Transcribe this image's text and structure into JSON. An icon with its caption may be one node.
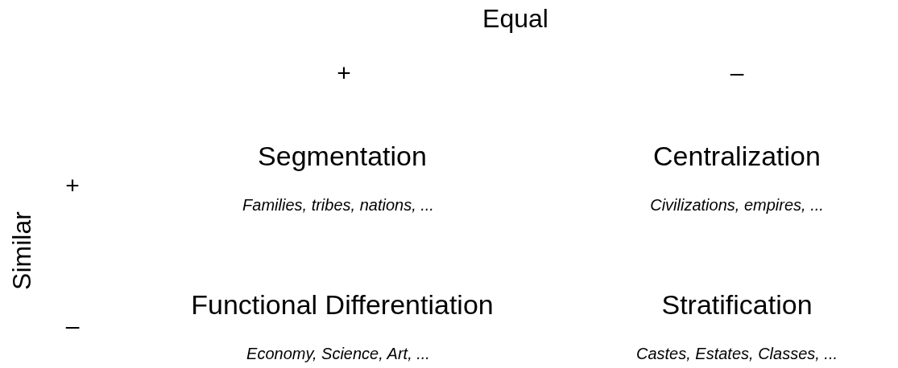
{
  "diagram": {
    "labels": [
      "Equal",
      "+",
      "–",
      "Similar",
      "+",
      "–",
      "Segmentation",
      "Families, tribes, nations, ...",
      "Centralization",
      "Civilizations, empires, ...",
      "Functional Differentiation",
      "Economy, Science, Art, ...",
      "Stratification",
      "Castes, Estates, Classes, ..."
    ]
  }
}
